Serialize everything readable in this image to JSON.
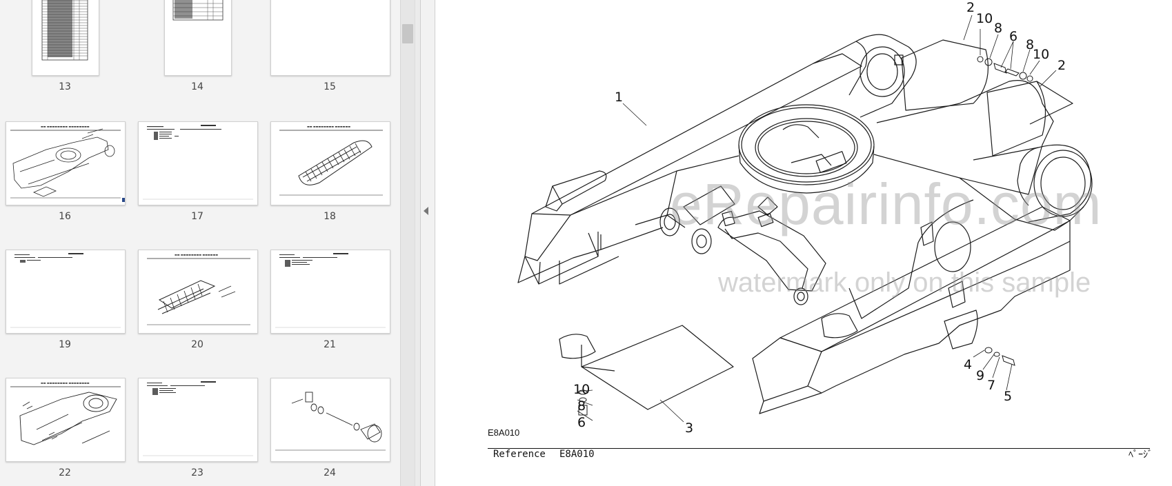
{
  "thumbnails": [
    {
      "label": "13",
      "kind": "list-dense"
    },
    {
      "label": "14",
      "kind": "list-short"
    },
    {
      "label": "15",
      "kind": "blank"
    },
    {
      "label": "16",
      "kind": "frame-drawing"
    },
    {
      "label": "17",
      "kind": "parts-list"
    },
    {
      "label": "18",
      "kind": "track-drawing"
    },
    {
      "label": "19",
      "kind": "parts-list-small"
    },
    {
      "label": "20",
      "kind": "track-shoes-drawing"
    },
    {
      "label": "21",
      "kind": "parts-list"
    },
    {
      "label": "22",
      "kind": "frame-partial-drawing"
    },
    {
      "label": "23",
      "kind": "parts-list"
    },
    {
      "label": "24",
      "kind": "idler-drawing"
    }
  ],
  "sidebar": {
    "collapse_icon": "chevron-left-icon"
  },
  "main": {
    "callouts": {
      "c2_top": "2",
      "c10_top": "10",
      "c8_top": "8",
      "c6_top": "6",
      "c8_top_b": "8",
      "c10_top_b": "10",
      "c2_right": "2",
      "c1": "1",
      "c4": "4",
      "c9": "9",
      "c7": "7",
      "c5": "5",
      "c10_bottom": "10",
      "c8_bottom": "8",
      "c6_bottom": "6",
      "c3": "3"
    },
    "drawing_code": "E8A010",
    "footer": {
      "reference_label": "Reference",
      "reference_code": "E8A010",
      "page_label": "ﾍﾟｰｼﾞ"
    },
    "watermark": {
      "line1": "eRepairinfo.com",
      "line2": "watermark only on this sample"
    }
  },
  "colors": {
    "sidebar_bg": "#f3f3f3",
    "page_bg": "#ffffff",
    "line": "#1a1a1a"
  }
}
